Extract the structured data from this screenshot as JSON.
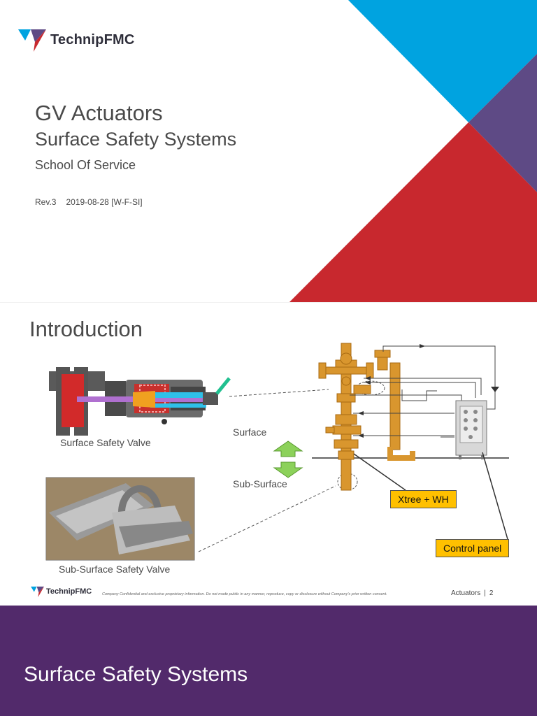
{
  "brand": {
    "name": "TechnipFMC",
    "colors": {
      "blue": "#00a3e0",
      "purple": "#5e4a85",
      "red": "#c8282e",
      "dark_purple": "#522a6b"
    }
  },
  "slide1": {
    "title": "GV Actuators",
    "subtitle": "Surface Safety Systems",
    "tagline": "School Of Service",
    "revision": "Rev.3",
    "date_code": "2019-08-28 [W-F-SI]"
  },
  "slide2": {
    "title": "Introduction",
    "labels": {
      "surface_safety_valve": "Surface Safety Valve",
      "surface": "Surface",
      "sub_surface": "Sub-Surface",
      "sub_surface_safety_valve": "Sub-Surface Safety Valve",
      "xtree_wh": "Xtree + WH",
      "control_panel": "Control panel"
    },
    "footer": {
      "confidential": "Company Confidential and exclusive proprietary information. Do not made public in any manner, reproduce, copy or disclosure without Company's prior written consent.",
      "section": "Actuators",
      "page": "2"
    }
  },
  "slide3": {
    "title": "Surface Safety Systems"
  }
}
